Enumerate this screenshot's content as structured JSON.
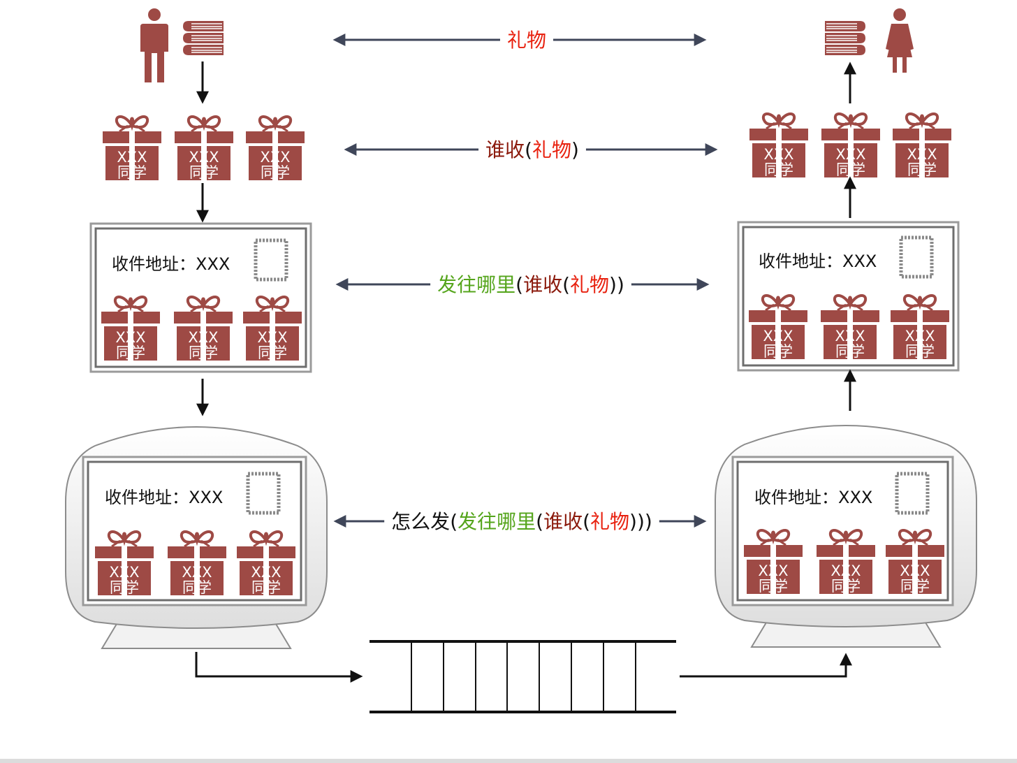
{
  "colors": {
    "gift": "#9e4a45",
    "accent_red": "#e8210f",
    "accent_darkred": "#8b1a0c",
    "accent_green": "#55a51c",
    "text": "#111111",
    "connector": "#3f4659"
  },
  "icons": {
    "person_left": "man-icon",
    "person_right": "woman-icon",
    "books": "books-icon",
    "gift": "gift-box-icon",
    "stamp": "postage-stamp-icon",
    "monitor": "computer-monitor-icon",
    "queue": "network-queue-icon"
  },
  "gift": {
    "line1": "XXX",
    "line2": "同学"
  },
  "envelope": {
    "address": "收件地址：XXX"
  },
  "layers": [
    {
      "id": "gift",
      "label": [
        {
          "text": "礼物",
          "tone": "red"
        }
      ]
    },
    {
      "id": "recipient",
      "label": [
        {
          "text": "谁收",
          "tone": "darkred"
        },
        {
          "text": "(",
          "tone": "text"
        },
        {
          "text": "礼物",
          "tone": "red"
        },
        {
          "text": ")",
          "tone": "text"
        }
      ]
    },
    {
      "id": "address",
      "label": [
        {
          "text": "发往哪里",
          "tone": "green"
        },
        {
          "text": "(",
          "tone": "text"
        },
        {
          "text": "谁收",
          "tone": "darkred"
        },
        {
          "text": "(",
          "tone": "text"
        },
        {
          "text": "礼物",
          "tone": "red"
        },
        {
          "text": "))",
          "tone": "text"
        }
      ]
    },
    {
      "id": "transport",
      "label": [
        {
          "text": "怎么发",
          "tone": "text"
        },
        {
          "text": "(",
          "tone": "text"
        },
        {
          "text": "发往哪里",
          "tone": "green"
        },
        {
          "text": "(",
          "tone": "text"
        },
        {
          "text": "谁收",
          "tone": "darkred"
        },
        {
          "text": "(",
          "tone": "text"
        },
        {
          "text": "礼物",
          "tone": "red"
        },
        {
          "text": ")))",
          "tone": "text"
        }
      ]
    }
  ]
}
